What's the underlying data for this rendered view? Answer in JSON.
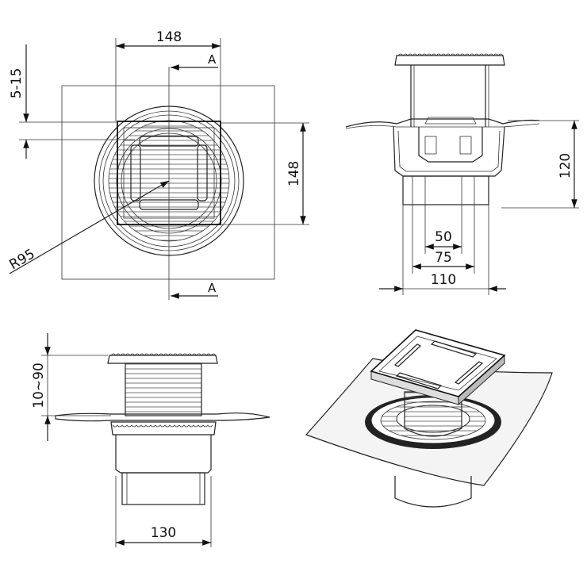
{
  "dimensions": {
    "top_width": "148",
    "top_height": "148",
    "frame_depth": "5-15",
    "radius": "R95",
    "height_right": "120",
    "d50": "50",
    "d75": "75",
    "d110": "110",
    "height_left": "10~90",
    "d130": "130"
  },
  "section": {
    "marker_top": "A",
    "marker_bottom": "A"
  }
}
